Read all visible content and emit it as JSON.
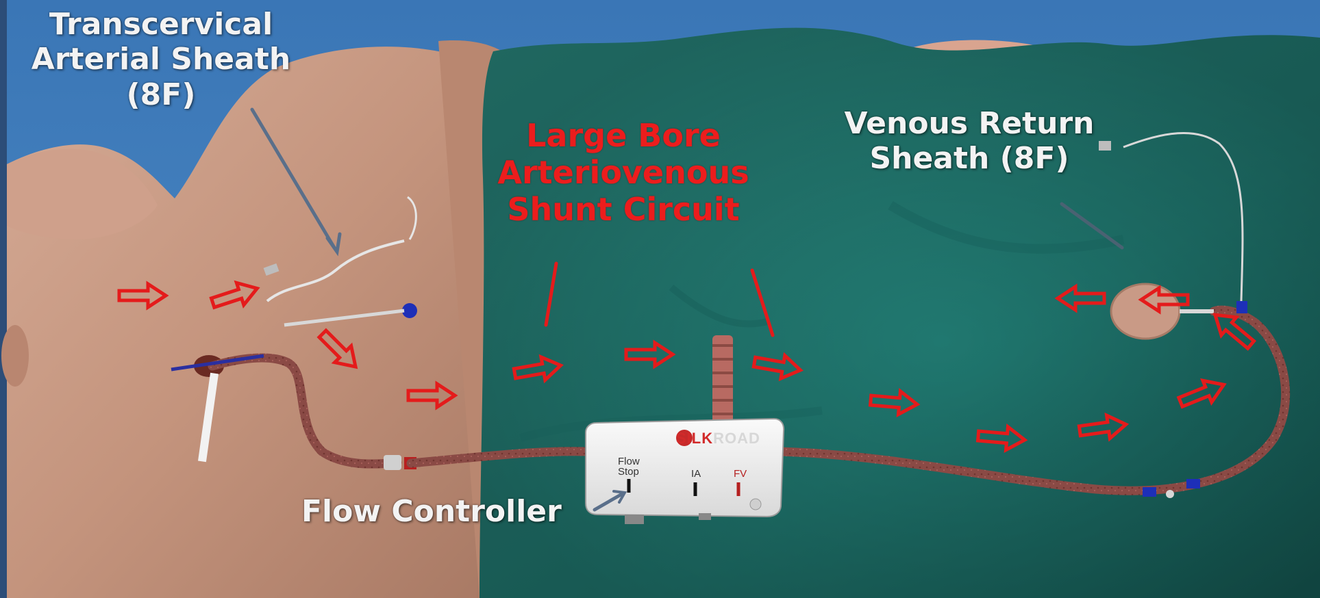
{
  "labels": {
    "transcervical_sheath": [
      "Transcervical",
      "Arterial Sheath",
      "(8F)"
    ],
    "shunt_circuit": [
      "Large Bore",
      "Arteriovenous",
      "Shunt Circuit"
    ],
    "venous_return": [
      "Venous Return",
      "Sheath (8F)"
    ],
    "flow_controller": "Flow Controller"
  },
  "device": {
    "brand_part1": "SILK",
    "brand_part2": "ROAD",
    "flow_stop": "Flow Stop",
    "port_left": "IA",
    "port_right": "FV"
  },
  "colors": {
    "sky": "#3f79b5",
    "skin": "#c89a84",
    "drape": "#1f7a72",
    "arrow": "#e41b1b",
    "tubing": "#8a4a45",
    "white_label": "#f3f3f3",
    "red_label": "#ec1d1d"
  }
}
